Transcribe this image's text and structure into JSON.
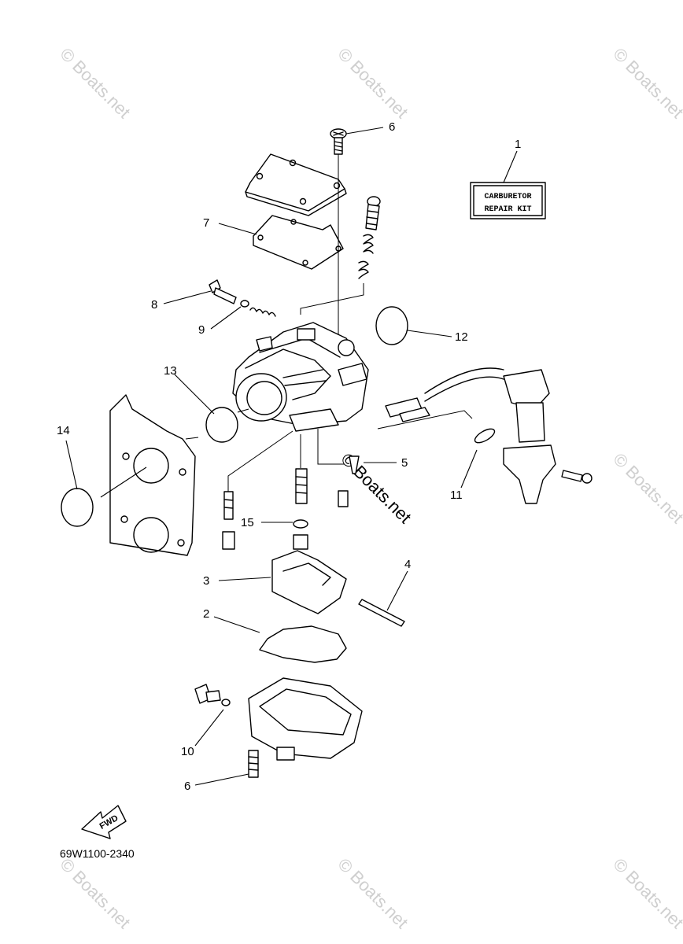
{
  "diagram": {
    "part_number": "69W1100-2340",
    "kit_label_line1": "CARBURETOR",
    "kit_label_line2": "REPAIR KIT",
    "fwd_label": "FWD",
    "watermark_text": "© Boats.net",
    "callouts": {
      "c1": "1",
      "c2": "2",
      "c3": "3",
      "c4": "4",
      "c5": "5",
      "c6a": "6",
      "c6b": "6",
      "c7": "7",
      "c8": "8",
      "c9": "9",
      "c10": "10",
      "c11": "11",
      "c12": "12",
      "c13": "13",
      "c14": "14",
      "c15": "15"
    }
  }
}
